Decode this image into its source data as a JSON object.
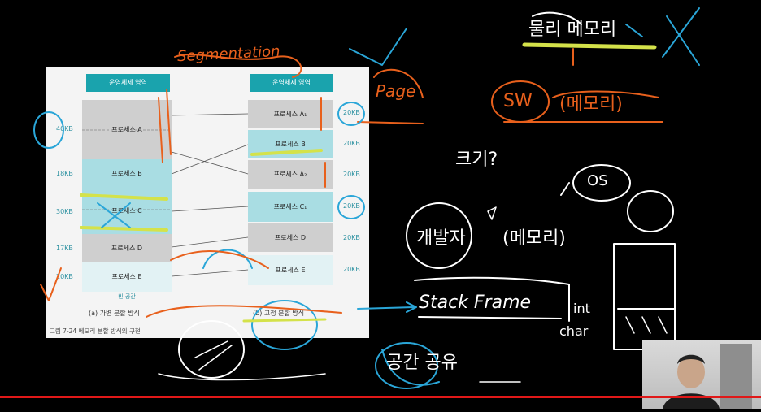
{
  "figure": {
    "header_left": "운영체제 영역",
    "header_right": "운영체제 영역",
    "left_blocks": [
      {
        "label": "프로세스 A",
        "size": "40KB"
      },
      {
        "label": "프로세스 B",
        "size": "18KB"
      },
      {
        "label": "프로세스 C",
        "size": "30KB"
      },
      {
        "label": "프로세스 D",
        "size": "17KB"
      },
      {
        "label": "프로세스 E",
        "size": "20KB"
      }
    ],
    "free_space": "빈 공간",
    "right_blocks": [
      {
        "label": "프로세스 A₁",
        "size": "20KB"
      },
      {
        "label": "프로세스 B",
        "size": "20KB"
      },
      {
        "label": "프로세스 A₂",
        "size": "20KB"
      },
      {
        "label": "프로세스 C₁",
        "size": "20KB"
      },
      {
        "label": "프로세스 D",
        "size": "20KB"
      },
      {
        "label": "프로세스 E",
        "size": "20KB"
      }
    ],
    "caption_left": "(a) 가변 분할 방식",
    "caption_right": "(b) 고정 분할 방식",
    "figure_caption": "그림 7-24 메모리 분할 방식의 구현"
  },
  "annotations": {
    "segmentation": "Segmentation",
    "page": "Page",
    "physical_memory": "물리 메모리",
    "sw": "SW",
    "sw_paren": "(메모리)",
    "size_question": "크기?",
    "os": "OS",
    "developer": "개발자",
    "process_word": "(메모리)",
    "stack_frame": "Stack Frame",
    "int": "int",
    "char": "char",
    "space_share": "공간 공유"
  },
  "video": {
    "progress": 0.985
  },
  "colors": {
    "teal_header": "#1aa3ad",
    "ink_white": "#ffffff",
    "ink_orange": "#e8601c",
    "ink_blue": "#2aa6d8",
    "ink_yellow": "#d4e24a",
    "progress": "#e01818"
  }
}
